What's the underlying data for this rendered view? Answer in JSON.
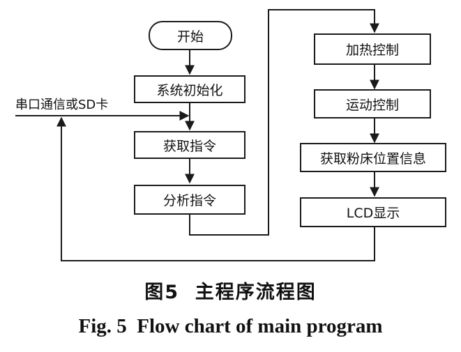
{
  "flowchart": {
    "start": "开始",
    "init": "系统初始化",
    "input_source": "串口通信或SD卡",
    "get_command": "获取指令",
    "parse_command": "分析指令",
    "heating_control": "加热控制",
    "motion_control": "运动控制",
    "get_bed_position": "获取粉床位置信息",
    "lcd_display": "LCD显示"
  },
  "caption": {
    "chinese": "图5  主程序流程图",
    "english": "Fig. 5  Flow chart of main program"
  }
}
